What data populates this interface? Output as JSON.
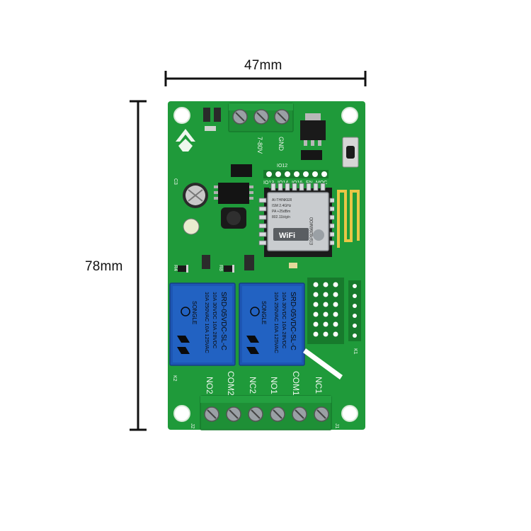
{
  "dimensions": {
    "width_label": "47mm",
    "height_label": "78mm"
  },
  "board": {
    "top_terminal_labels": [
      "7-80V",
      "GND"
    ],
    "silk_header_labels": [
      "IO12",
      "IO13",
      "IO14",
      "IO16",
      "EN",
      "MOC"
    ],
    "wifi_module": {
      "brand": "WiFi",
      "model": "ESP8266MOD",
      "vendor_line": "AI-THINKER",
      "mark": "ISM 2.4GHz",
      "pa": "PA +25dBm",
      "standard": "802.11b/g/n"
    },
    "relays": [
      {
        "brand": "SONGLE",
        "rating_1": "10A 250VAC  10A 125VAC",
        "rating_2": "10A 30VDC   10A 28VDC",
        "model": "SRD-05VDC-SL-C"
      },
      {
        "brand": "SONGLE",
        "rating_1": "10A 250VAC  10A 125VAC",
        "rating_2": "10A 30VDC   10A 28VDC",
        "model": "SRD-05VDC-SL-C"
      }
    ],
    "terminal_labels": [
      "NO2",
      "COM2",
      "NC2",
      "NO1",
      "COM1",
      "NC1"
    ],
    "small_marks": [
      "K2",
      "K1",
      "J2",
      "J1",
      "C3",
      "R4",
      "R8"
    ]
  },
  "colors": {
    "pcb": "#1f9a3a",
    "terminal": "#1e8f36",
    "relay": "#1d56b4",
    "module": "#c9cccf"
  }
}
